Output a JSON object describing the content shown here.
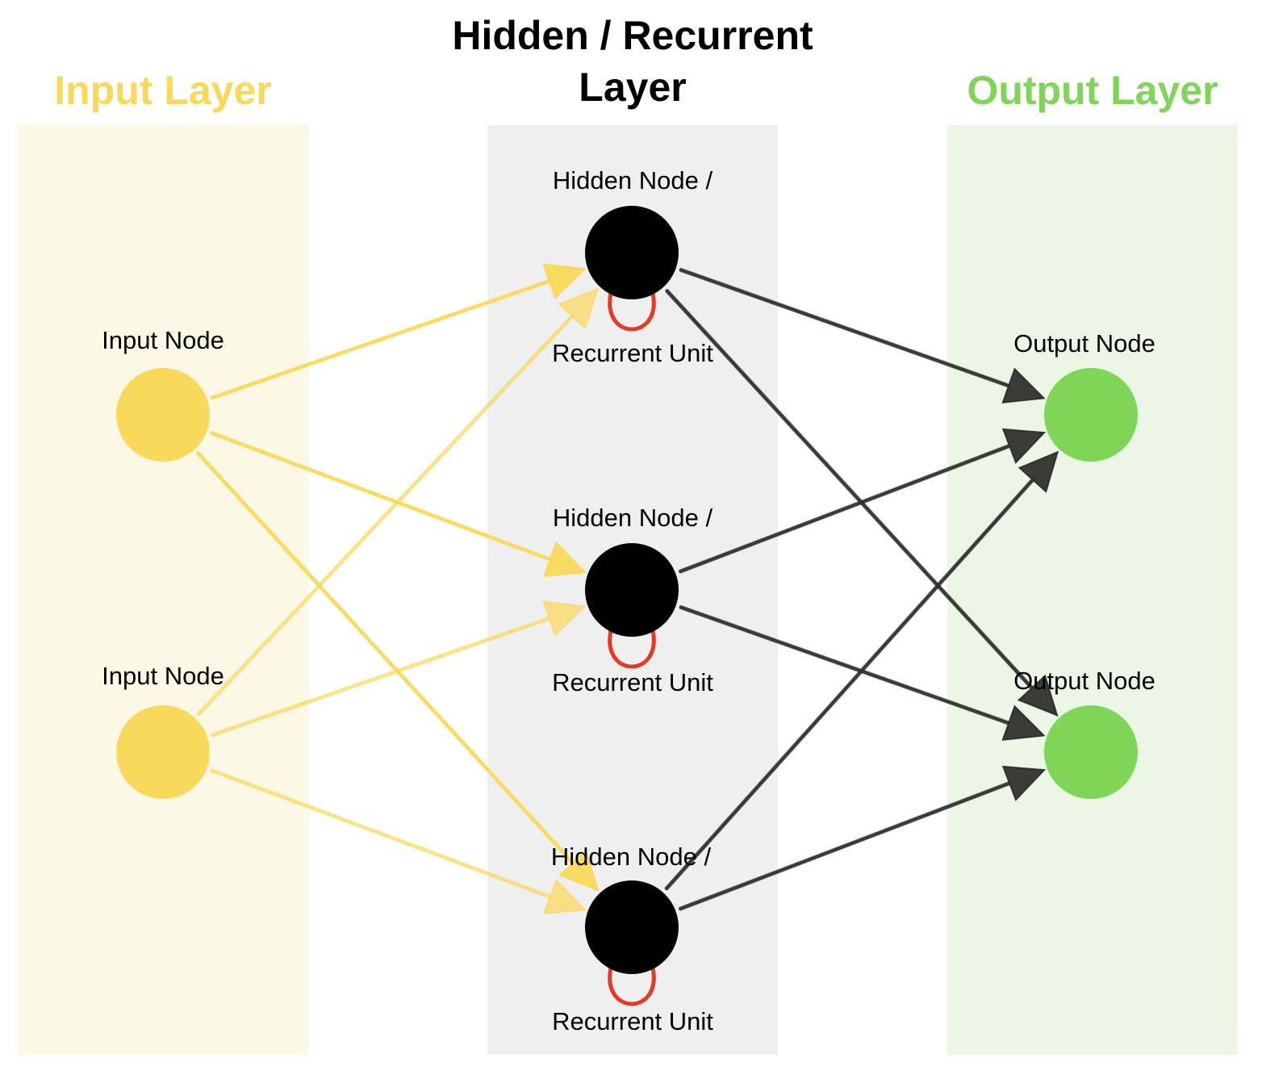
{
  "colors": {
    "input_accent": "#f9d95a",
    "input_band": "#fdf8e6",
    "hidden_band": "#efefef",
    "output_accent": "#7fd557",
    "output_band": "#ebf7e4",
    "hidden_node": "#000000",
    "recurrent_loop": "#e03c28",
    "edge_dark": "#2b2b2b"
  },
  "layers": {
    "input": {
      "title": "Input Layer"
    },
    "hidden": {
      "title_line1": "Hidden / Recurrent",
      "title_line2": "Layer"
    },
    "output": {
      "title": "Output Layer"
    }
  },
  "nodes": {
    "input": [
      {
        "label": "Input Node"
      },
      {
        "label": "Input Node"
      }
    ],
    "hidden": [
      {
        "label": "Hidden Node /",
        "recurrent_label": "Recurrent Unit"
      },
      {
        "label": "Hidden Node /",
        "recurrent_label": "Recurrent Unit"
      },
      {
        "label": "Hidden Node /",
        "recurrent_label": "Recurrent Unit"
      }
    ],
    "output": [
      {
        "label": "Output Node"
      },
      {
        "label": "Output Node"
      }
    ]
  },
  "connections": {
    "input_to_hidden": "fully-connected",
    "hidden_to_output": "fully-connected",
    "hidden_self_loop": true
  }
}
